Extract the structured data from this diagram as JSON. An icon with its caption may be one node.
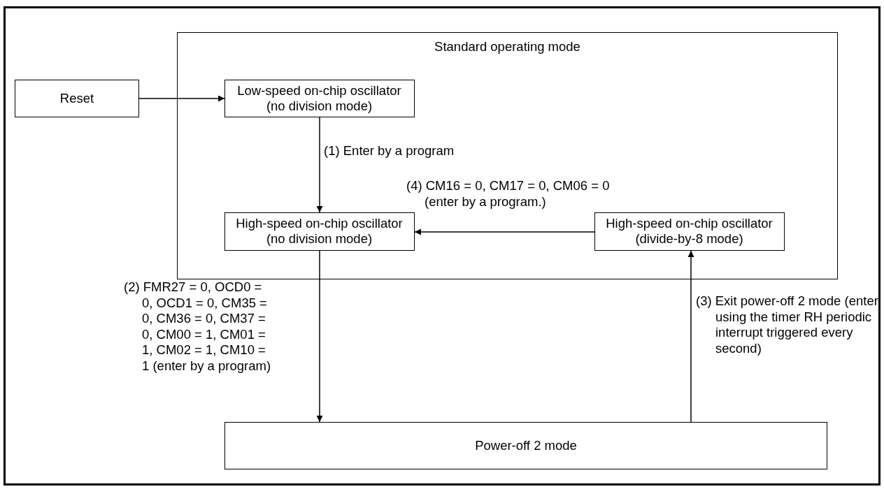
{
  "diagram": {
    "nodes": [
      {
        "text": [
          "Standard operating mode"
        ]
      },
      {
        "text": [
          "Reset"
        ]
      },
      {
        "text": [
          "Low-speed on-chip oscillator (no division mode)"
        ],
        "in": 0
      },
      {
        "text": [
          "High-speed on-chip oscillator (no division mode)"
        ],
        "in": 0
      },
      {
        "text": [
          "High-speed on-chip oscillator (divide-by-8 mode)"
        ],
        "in": 0
      },
      {
        "text": [
          "Power-off 2 mode"
        ]
      }
    ],
    "edges": [
      {
        "from": 1,
        "to": 2,
        "arrow": "to"
      },
      {
        "from": 2,
        "to": 3,
        "arrow": "to",
        "label": "(1) Enter by a program"
      },
      {
        "from": 4,
        "to": 3,
        "arrow": "to",
        "label": "(4) CM16 = 0, CM17 = 0, CM06 = 0 (enter by a program.)"
      },
      {
        "from": 3,
        "to": 5,
        "arrow": "to",
        "label": "(2) FMR27 = 0, OCD0 = 0, OCD1 = 0, CM35 = 0, CM36 = 0, CM37 = 0, CM00 = 1, CM01 = 1, CM02 = 1, CM10 = 1 (enter by a program)"
      },
      {
        "from": 5,
        "to": 4,
        "arrow": "to",
        "label": "(3) Exit power-off 2 mode (enter using the timer RH periodic interrupt triggered every second)"
      }
    ]
  }
}
